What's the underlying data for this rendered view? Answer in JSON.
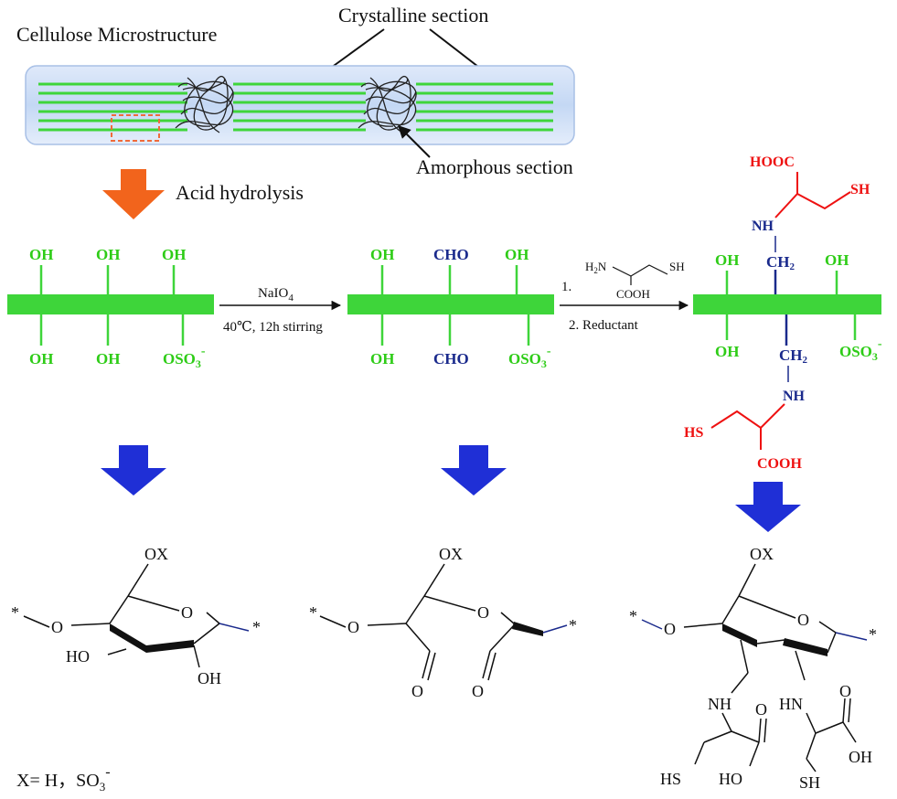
{
  "labels": {
    "microstructure": "Cellulose Microstructure",
    "crystalline": "Crystalline section",
    "amorphous": "Amorphous section",
    "acid_hydrolysis": "Acid hydrolysis"
  },
  "step1": {
    "reagent": "NaIO",
    "reagent_sub": "4",
    "conditions": "40℃, 12h stirring"
  },
  "step2": {
    "step_one": "1.",
    "step_two": "2. Reductant",
    "h2n": "H",
    "h2n_sub": "2",
    "h2n_n": "N",
    "sh": "SH",
    "cooh": "COOH"
  },
  "groups": {
    "oh": "OH",
    "cho": "CHO",
    "oso3": "OSO",
    "oso3_sub": "3",
    "oso3_charge": "-",
    "hooc": "HOOC",
    "cooh": "COOH",
    "sh": "SH",
    "hs": "HS",
    "nh": "NH",
    "ch2": "CH",
    "ch2_sub": "2"
  },
  "rings": {
    "ox": "OX",
    "o": "O",
    "ho": "HO",
    "oh": "OH",
    "nh": "NH",
    "hn": "HN",
    "hs": "HS",
    "sh": "SH",
    "ho_acid": "HO",
    "oh_acid": "OH",
    "star": "*",
    "ring_o": "O",
    "carbonyl_o": "O"
  },
  "legend": {
    "x_eq": "X= H，SO",
    "x_sub": "3",
    "x_charge": "-"
  },
  "colors": {
    "green": "#2ecc17",
    "blue_arrow": "#1f2fd6",
    "orange_arrow": "#f2641c",
    "red": "#ee1111",
    "navy": "#1a2a8c",
    "panel": "#cfe0f7"
  }
}
